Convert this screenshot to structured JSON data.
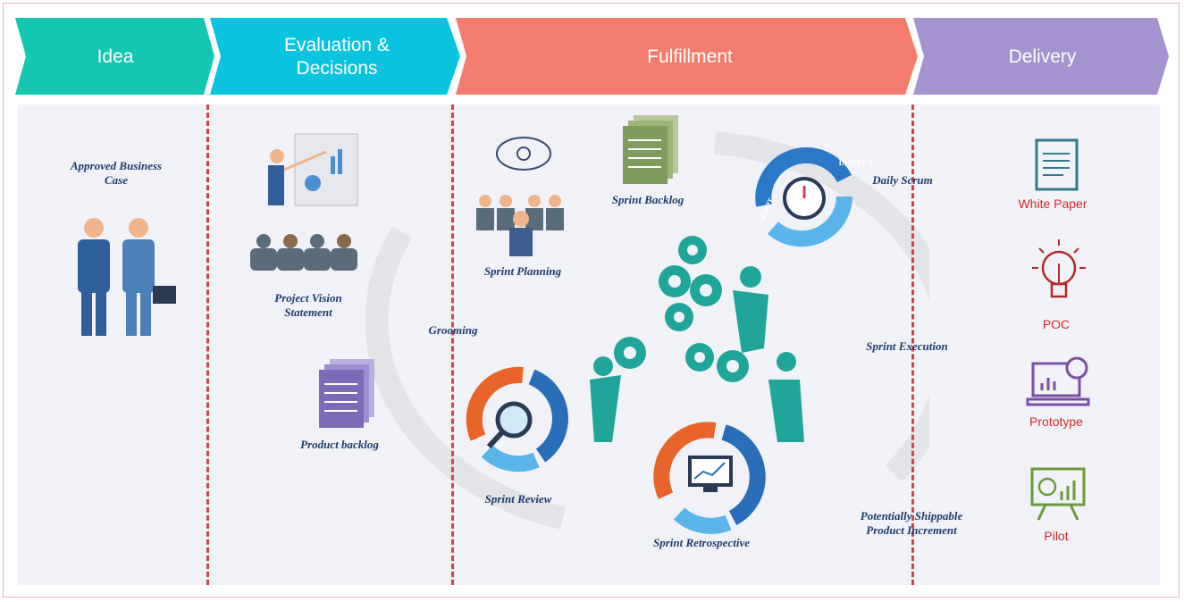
{
  "phases": [
    {
      "label": "Idea",
      "color": "#14c7b3"
    },
    {
      "label": "Evaluation & Decisions",
      "color": "#0ac3df"
    },
    {
      "label": "Fulfillment",
      "color": "#f47c6c"
    },
    {
      "label": "Delivery",
      "color": "#a493cf"
    }
  ],
  "idea": {
    "approved": "Approved Business Case"
  },
  "evaluation": {
    "vision": "Project Vision Statement",
    "backlog": "Product backlog"
  },
  "fulfillment": {
    "grooming": "Grooming",
    "planning": "Sprint Planning",
    "sprint_backlog": "Sprint Backlog",
    "daily_scrum": "Daily Scrum",
    "execution": "Sprint Execution",
    "review": "Sprint Review",
    "retrospective": "Sprint Retrospective",
    "increment": "Potentially Shippable Product Increment",
    "inspect": "INSPECT",
    "adapt": "ADAPT"
  },
  "delivery": {
    "items": [
      "White Paper",
      "POC",
      "Prototype",
      "Pilot"
    ]
  }
}
